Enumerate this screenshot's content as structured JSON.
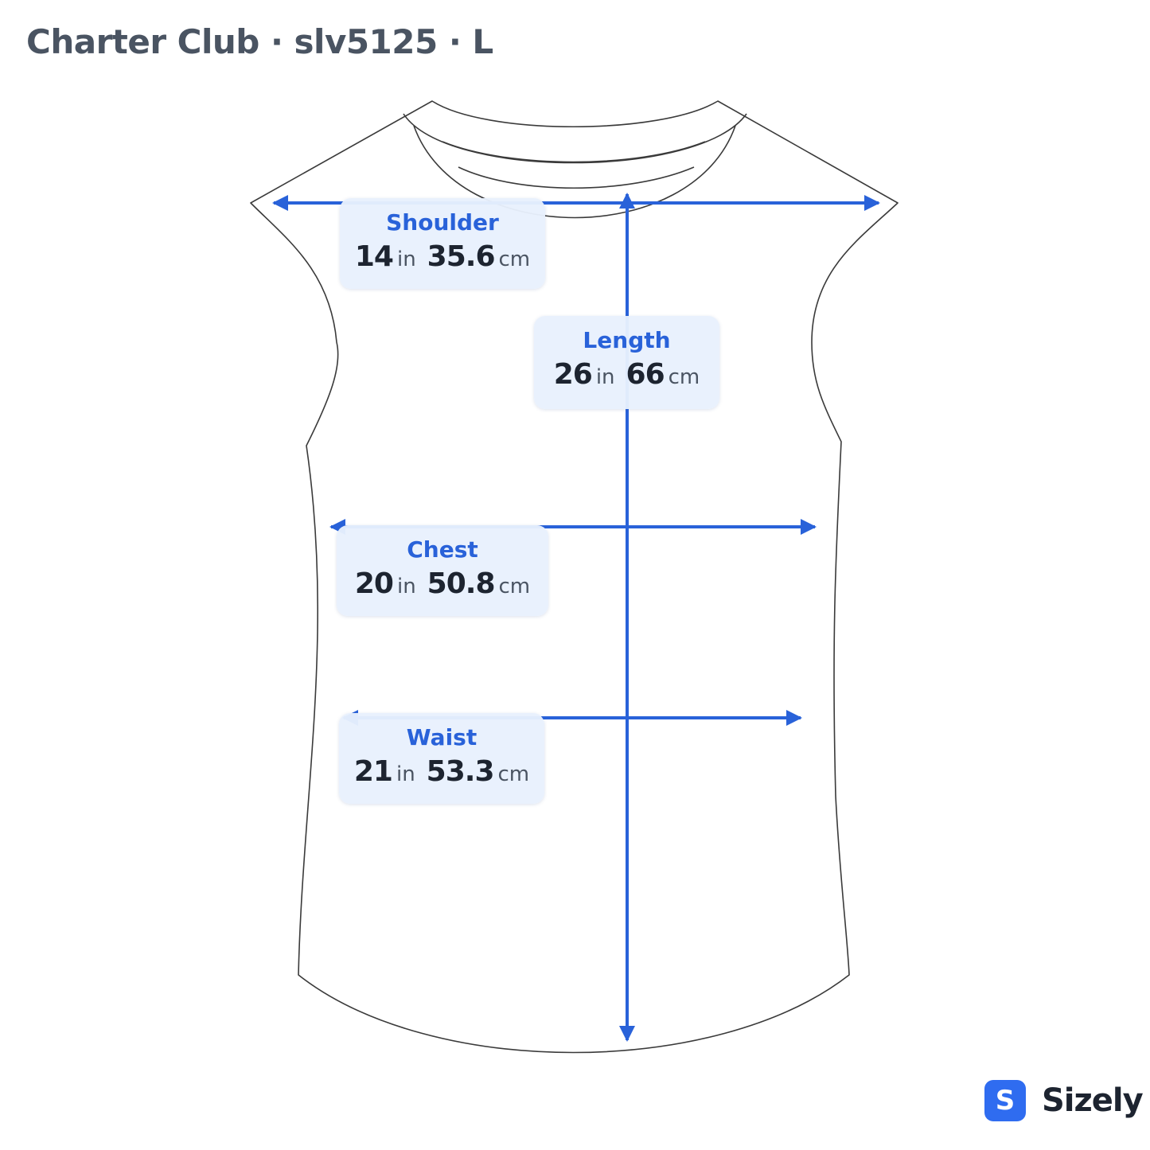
{
  "header": {
    "title": "Charter Club · slv5125 · L"
  },
  "measurements": [
    {
      "id": "shoulder",
      "label": "Shoulder",
      "in_value": "14",
      "in_unit": "in",
      "cm_value": "35.6",
      "cm_unit": "cm"
    },
    {
      "id": "length",
      "label": "Length",
      "in_value": "26",
      "in_unit": "in",
      "cm_value": "66",
      "cm_unit": "cm"
    },
    {
      "id": "chest",
      "label": "Chest",
      "in_value": "20",
      "in_unit": "in",
      "cm_value": "50.8",
      "cm_unit": "cm"
    },
    {
      "id": "waist",
      "label": "Waist",
      "in_value": "21",
      "in_unit": "in",
      "cm_value": "53.3",
      "cm_unit": "cm"
    }
  ],
  "brand": {
    "badge_letter": "S",
    "name": "Sizely",
    "color": "#2f6cf0"
  },
  "colors": {
    "arrow": "#2962d9",
    "outline": "#3a3a3a",
    "label_background": "#e8f0fd"
  },
  "icons": {
    "garment": "sleeveless-top-outline-icon",
    "arrows": "measurement-arrow-icon"
  }
}
